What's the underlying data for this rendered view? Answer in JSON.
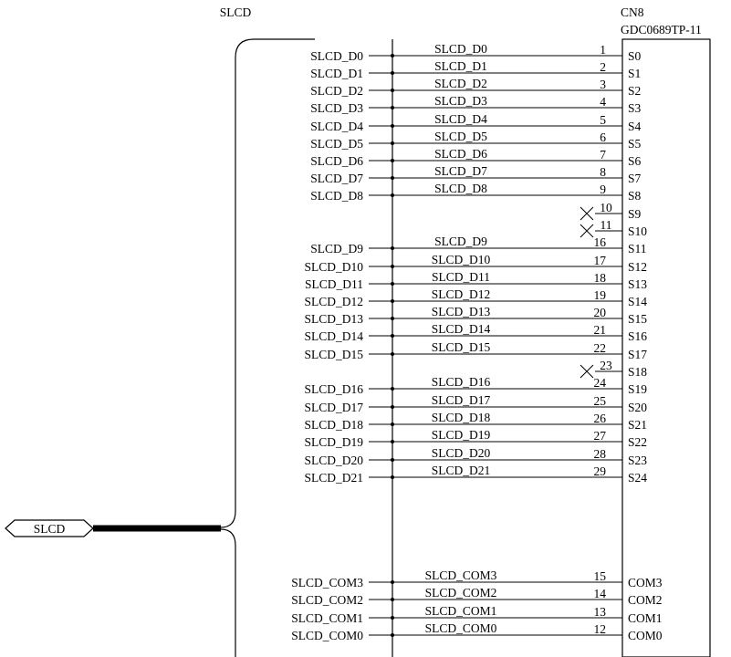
{
  "bus": {
    "label": "SLCD",
    "port_label": "SLCD"
  },
  "connector": {
    "ref": "CN8",
    "part": "GDC0689TP-11"
  },
  "segment_rows": [
    {
      "left": "SLCD_D0",
      "net": "SLCD_D0",
      "pin": "1",
      "seg": "S0",
      "nc": false
    },
    {
      "left": "SLCD_D1",
      "net": "SLCD_D1",
      "pin": "2",
      "seg": "S1",
      "nc": false
    },
    {
      "left": "SLCD_D2",
      "net": "SLCD_D2",
      "pin": "3",
      "seg": "S2",
      "nc": false
    },
    {
      "left": "SLCD_D3",
      "net": "SLCD_D3",
      "pin": "4",
      "seg": "S3",
      "nc": false
    },
    {
      "left": "SLCD_D4",
      "net": "SLCD_D4",
      "pin": "5",
      "seg": "S4",
      "nc": false
    },
    {
      "left": "SLCD_D5",
      "net": "SLCD_D5",
      "pin": "6",
      "seg": "S5",
      "nc": false
    },
    {
      "left": "SLCD_D6",
      "net": "SLCD_D6",
      "pin": "7",
      "seg": "S6",
      "nc": false
    },
    {
      "left": "SLCD_D7",
      "net": "SLCD_D7",
      "pin": "8",
      "seg": "S7",
      "nc": false
    },
    {
      "left": "SLCD_D8",
      "net": "SLCD_D8",
      "pin": "9",
      "seg": "S8",
      "nc": false
    },
    {
      "left": "",
      "net": "",
      "pin": "10",
      "seg": "S9",
      "nc": true
    },
    {
      "left": "",
      "net": "",
      "pin": "11",
      "seg": "S10",
      "nc": true
    },
    {
      "left": "SLCD_D9",
      "net": "SLCD_D9",
      "pin": "16",
      "seg": "S11",
      "nc": false
    },
    {
      "left": "SLCD_D10",
      "net": "SLCD_D10",
      "pin": "17",
      "seg": "S12",
      "nc": false
    },
    {
      "left": "SLCD_D11",
      "net": "SLCD_D11",
      "pin": "18",
      "seg": "S13",
      "nc": false
    },
    {
      "left": "SLCD_D12",
      "net": "SLCD_D12",
      "pin": "19",
      "seg": "S14",
      "nc": false
    },
    {
      "left": "SLCD_D13",
      "net": "SLCD_D13",
      "pin": "20",
      "seg": "S15",
      "nc": false
    },
    {
      "left": "SLCD_D14",
      "net": "SLCD_D14",
      "pin": "21",
      "seg": "S16",
      "nc": false
    },
    {
      "left": "SLCD_D15",
      "net": "SLCD_D15",
      "pin": "22",
      "seg": "S17",
      "nc": false
    },
    {
      "left": "",
      "net": "",
      "pin": "23",
      "seg": "S18",
      "nc": true
    },
    {
      "left": "SLCD_D16",
      "net": "SLCD_D16",
      "pin": "24",
      "seg": "S19",
      "nc": false
    },
    {
      "left": "SLCD_D17",
      "net": "SLCD_D17",
      "pin": "25",
      "seg": "S20",
      "nc": false
    },
    {
      "left": "SLCD_D18",
      "net": "SLCD_D18",
      "pin": "26",
      "seg": "S21",
      "nc": false
    },
    {
      "left": "SLCD_D19",
      "net": "SLCD_D19",
      "pin": "27",
      "seg": "S22",
      "nc": false
    },
    {
      "left": "SLCD_D20",
      "net": "SLCD_D20",
      "pin": "28",
      "seg": "S23",
      "nc": false
    },
    {
      "left": "SLCD_D21",
      "net": "SLCD_D21",
      "pin": "29",
      "seg": "S24",
      "nc": false
    }
  ],
  "com_rows": [
    {
      "left": "SLCD_COM3",
      "net": "SLCD_COM3",
      "pin": "15",
      "seg": "COM3"
    },
    {
      "left": "SLCD_COM2",
      "net": "SLCD_COM2",
      "pin": "14",
      "seg": "COM2"
    },
    {
      "left": "SLCD_COM1",
      "net": "SLCD_COM1",
      "pin": "13",
      "seg": "COM1"
    },
    {
      "left": "SLCD_COM0",
      "net": "SLCD_COM0",
      "pin": "12",
      "seg": "COM0"
    }
  ]
}
